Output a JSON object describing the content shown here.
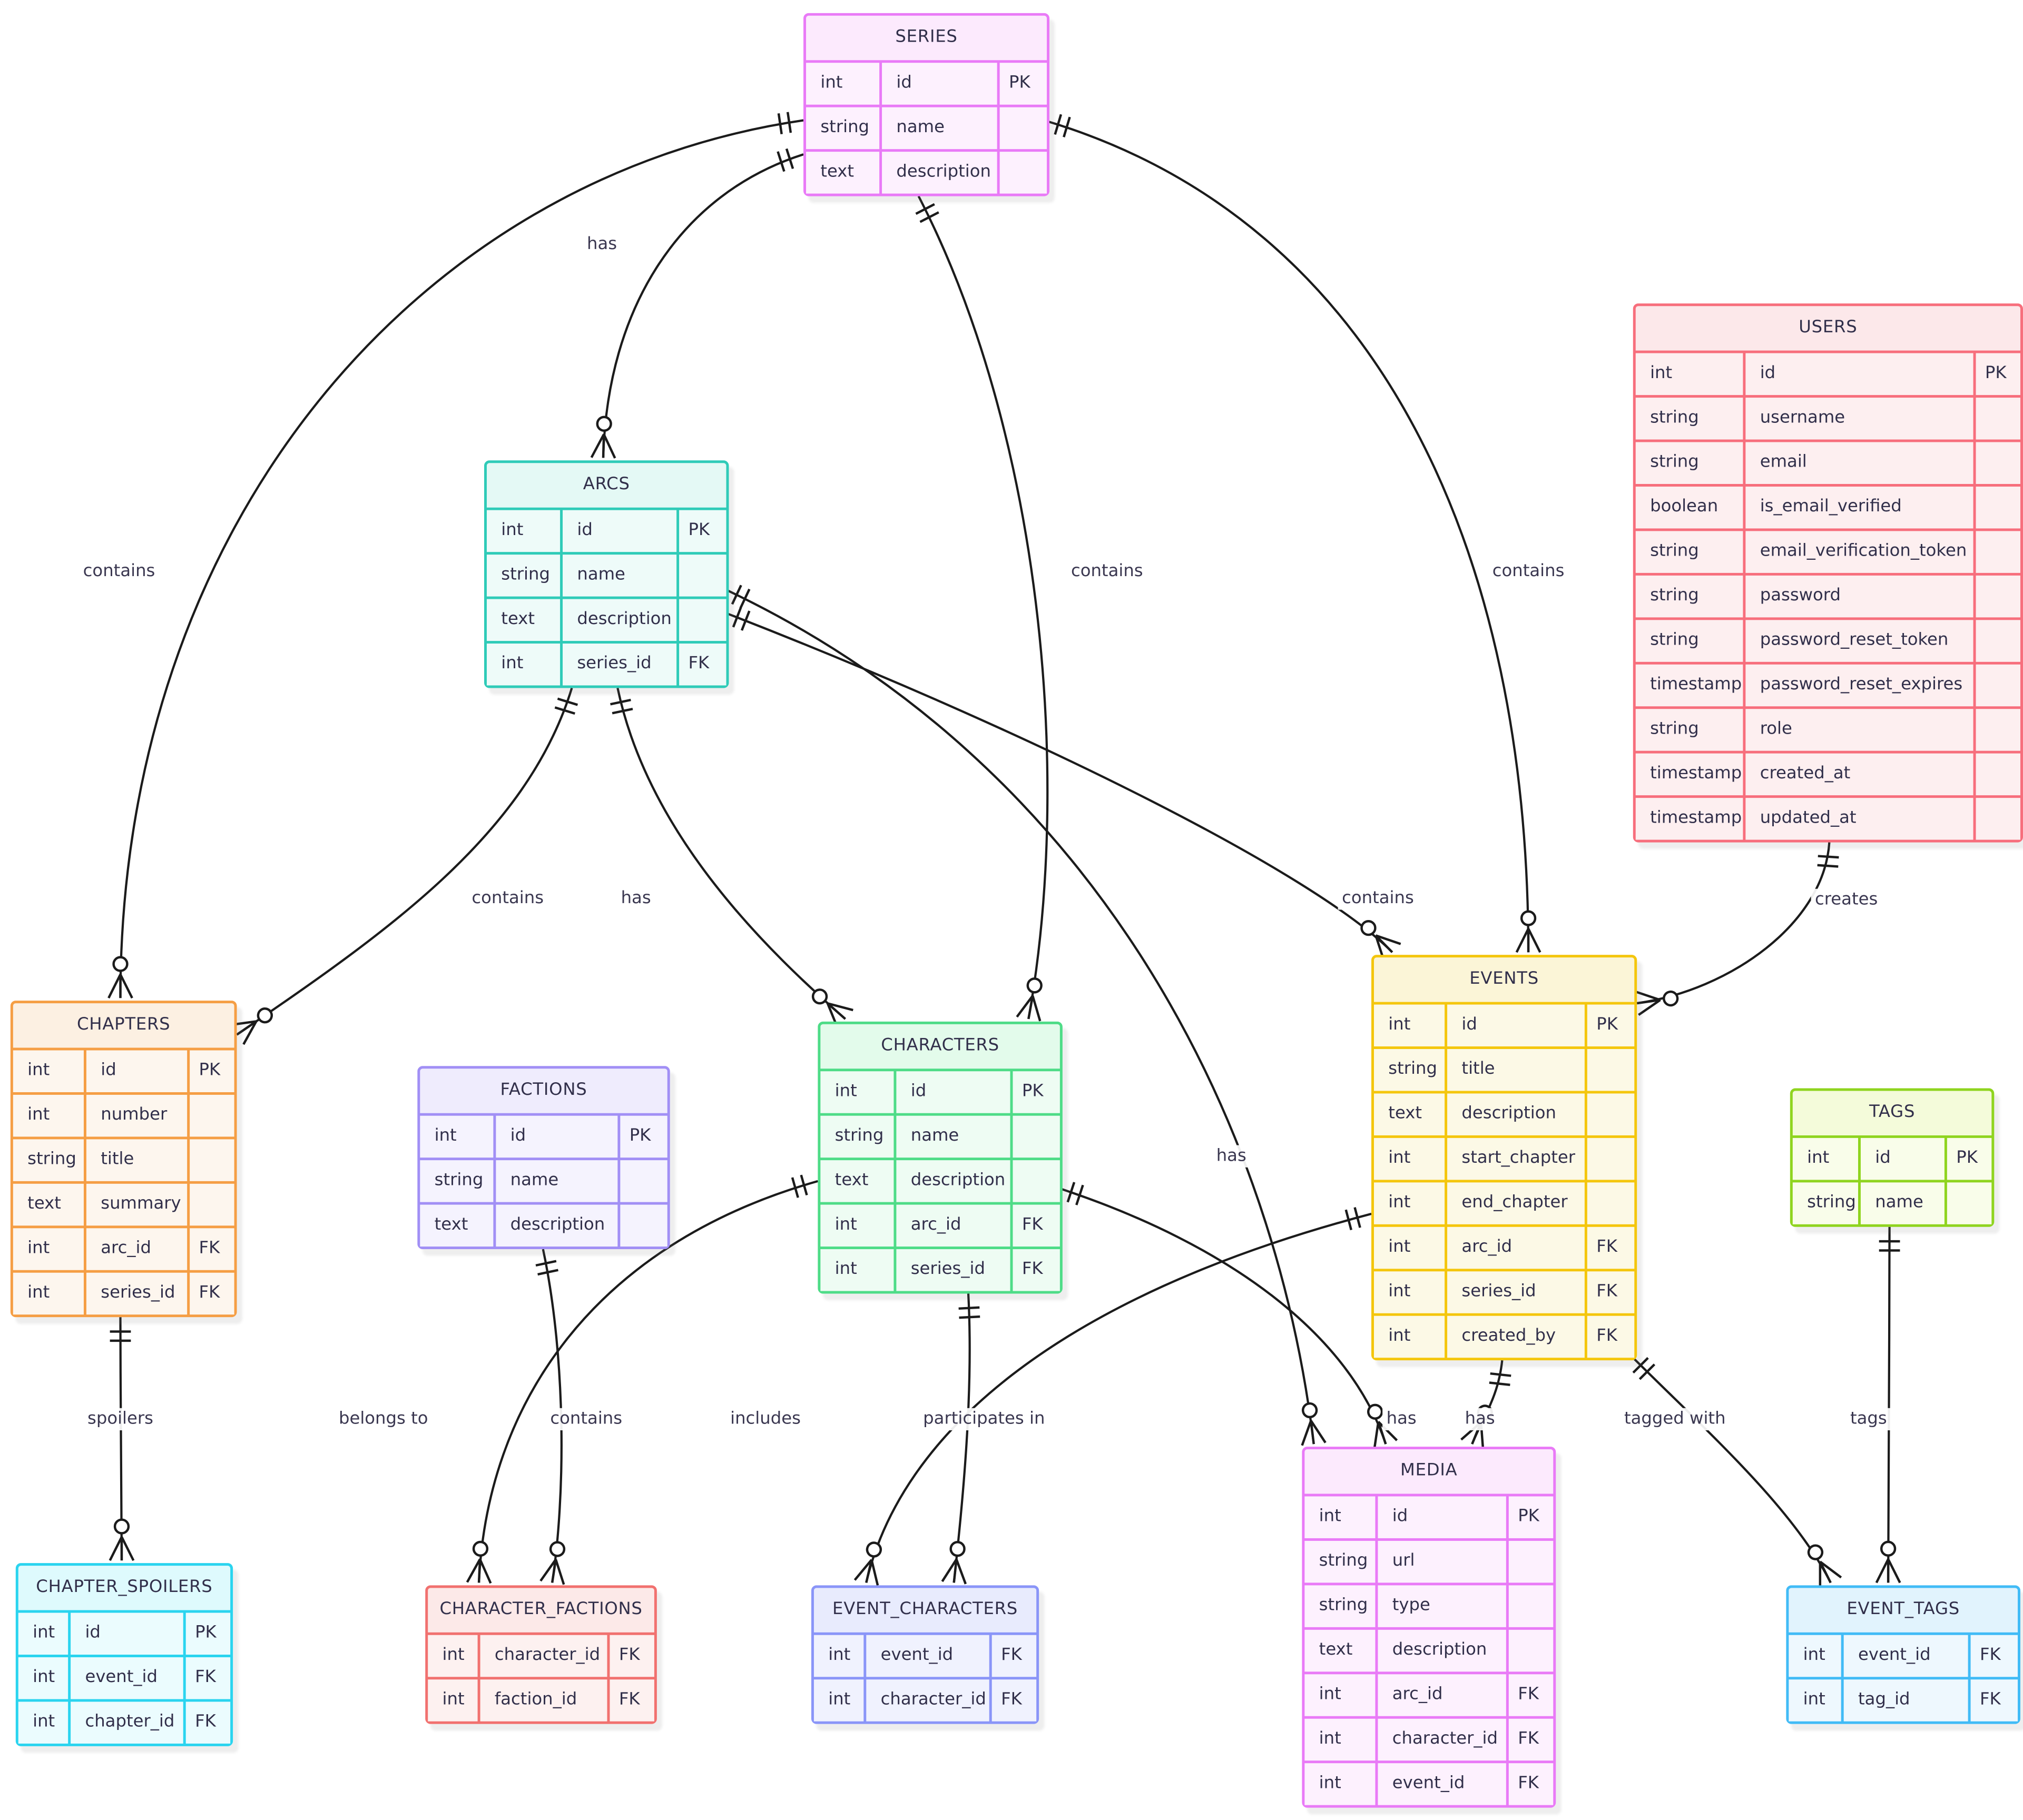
{
  "diagram": {
    "type": "entity-relationship-diagram",
    "background": "#ffffff",
    "line_color": "#1b1b1b",
    "text_color": "#312f4a",
    "pk_label": "PK",
    "fk_label": "FK"
  },
  "entities": [
    {
      "id": "series",
      "title": "SERIES",
      "border": "#e97af7",
      "fill": "#fdf1fe",
      "header_fill": "#fceafd",
      "rows": [
        [
          "int",
          "id",
          "PK"
        ],
        [
          "string",
          "name",
          ""
        ],
        [
          "text",
          "description",
          ""
        ]
      ]
    },
    {
      "id": "arcs",
      "title": "ARCS",
      "border": "#2fcbb8",
      "fill": "#eefbf9",
      "header_fill": "#e4f9f5",
      "rows": [
        [
          "int",
          "id",
          "PK"
        ],
        [
          "string",
          "name",
          ""
        ],
        [
          "text",
          "description",
          ""
        ],
        [
          "int",
          "series_id",
          "FK"
        ]
      ]
    },
    {
      "id": "users",
      "title": "USERS",
      "border": "#f76e7c",
      "fill": "#fdeff0",
      "header_fill": "#fce8ea",
      "rows": [
        [
          "int",
          "id",
          "PK"
        ],
        [
          "string",
          "username",
          ""
        ],
        [
          "string",
          "email",
          ""
        ],
        [
          "boolean",
          "is_email_verified",
          ""
        ],
        [
          "string",
          "email_verification_token",
          ""
        ],
        [
          "string",
          "password",
          ""
        ],
        [
          "string",
          "password_reset_token",
          ""
        ],
        [
          "timestamp",
          "password_reset_expires",
          ""
        ],
        [
          "string",
          "role",
          ""
        ],
        [
          "timestamp",
          "created_at",
          ""
        ],
        [
          "timestamp",
          "updated_at",
          ""
        ]
      ]
    },
    {
      "id": "chapters",
      "title": "CHAPTERS",
      "border": "#f59e44",
      "fill": "#fdf6ee",
      "header_fill": "#fcf0e2",
      "rows": [
        [
          "int",
          "id",
          "PK"
        ],
        [
          "int",
          "number",
          ""
        ],
        [
          "string",
          "title",
          ""
        ],
        [
          "text",
          "summary",
          ""
        ],
        [
          "int",
          "arc_id",
          "FK"
        ],
        [
          "int",
          "series_id",
          "FK"
        ]
      ]
    },
    {
      "id": "factions",
      "title": "FACTIONS",
      "border": "#a18ff5",
      "fill": "#f5f3fe",
      "header_fill": "#efecfd",
      "rows": [
        [
          "int",
          "id",
          "PK"
        ],
        [
          "string",
          "name",
          ""
        ],
        [
          "text",
          "description",
          ""
        ]
      ]
    },
    {
      "id": "characters",
      "title": "CHARACTERS",
      "border": "#4edc87",
      "fill": "#eefcf3",
      "header_fill": "#e3fbeb",
      "rows": [
        [
          "int",
          "id",
          "PK"
        ],
        [
          "string",
          "name",
          ""
        ],
        [
          "text",
          "description",
          ""
        ],
        [
          "int",
          "arc_id",
          "FK"
        ],
        [
          "int",
          "series_id",
          "FK"
        ]
      ]
    },
    {
      "id": "events",
      "title": "EVENTS",
      "border": "#f4c60d",
      "fill": "#fcf9e6",
      "header_fill": "#fbf5d7",
      "rows": [
        [
          "int",
          "id",
          "PK"
        ],
        [
          "string",
          "title",
          ""
        ],
        [
          "text",
          "description",
          ""
        ],
        [
          "int",
          "start_chapter",
          ""
        ],
        [
          "int",
          "end_chapter",
          ""
        ],
        [
          "int",
          "arc_id",
          "FK"
        ],
        [
          "int",
          "series_id",
          "FK"
        ],
        [
          "int",
          "created_by",
          "FK"
        ]
      ]
    },
    {
      "id": "tags",
      "title": "TAGS",
      "border": "#8fd41f",
      "fill": "#f9fdea",
      "header_fill": "#f4fbda",
      "rows": [
        [
          "int",
          "id",
          "PK"
        ],
        [
          "string",
          "name",
          ""
        ]
      ]
    },
    {
      "id": "chapter_spoilers",
      "title": "CHAPTER_SPOILERS",
      "border": "#2ad4ef",
      "fill": "#ebfcfe",
      "header_fill": "#defafd",
      "rows": [
        [
          "int",
          "id",
          "PK"
        ],
        [
          "int",
          "event_id",
          "FK"
        ],
        [
          "int",
          "chapter_id",
          "FK"
        ]
      ]
    },
    {
      "id": "character_factions",
      "title": "CHARACTER_FACTIONS",
      "border": "#f1716f",
      "fill": "#fdf1f0",
      "header_fill": "#fce9e8",
      "rows": [
        [
          "int",
          "character_id",
          "FK"
        ],
        [
          "int",
          "faction_id",
          "FK"
        ]
      ]
    },
    {
      "id": "event_characters",
      "title": "EVENT_CHARACTERS",
      "border": "#8a95f8",
      "fill": "#f0f2fe",
      "header_fill": "#e8ebfd",
      "rows": [
        [
          "int",
          "event_id",
          "FK"
        ],
        [
          "int",
          "character_id",
          "FK"
        ]
      ]
    },
    {
      "id": "media",
      "title": "MEDIA",
      "border": "#e97af7",
      "fill": "#fdf1fe",
      "header_fill": "#fceafd",
      "rows": [
        [
          "int",
          "id",
          "PK"
        ],
        [
          "string",
          "url",
          ""
        ],
        [
          "string",
          "type",
          ""
        ],
        [
          "text",
          "description",
          ""
        ],
        [
          "int",
          "arc_id",
          "FK"
        ],
        [
          "int",
          "character_id",
          "FK"
        ],
        [
          "int",
          "event_id",
          "FK"
        ]
      ]
    },
    {
      "id": "event_tags",
      "title": "EVENT_TAGS",
      "border": "#41bbf6",
      "fill": "#eef8fe",
      "header_fill": "#e1f3fd",
      "rows": [
        [
          "int",
          "event_id",
          "FK"
        ],
        [
          "int",
          "tag_id",
          "FK"
        ]
      ]
    }
  ],
  "relationships": [
    {
      "from": "SERIES",
      "to": "ARCS",
      "label": "has",
      "cardinality": "one-to-zero-or-many"
    },
    {
      "from": "SERIES",
      "to": "CHAPTERS",
      "label": "contains",
      "cardinality": "one-to-zero-or-many"
    },
    {
      "from": "SERIES",
      "to": "CHARACTERS",
      "label": "contains",
      "cardinality": "one-to-zero-or-many"
    },
    {
      "from": "SERIES",
      "to": "EVENTS",
      "label": "contains",
      "cardinality": "one-to-zero-or-many"
    },
    {
      "from": "ARCS",
      "to": "CHAPTERS",
      "label": "contains",
      "cardinality": "one-to-zero-or-many"
    },
    {
      "from": "ARCS",
      "to": "CHARACTERS",
      "label": "has",
      "cardinality": "one-to-zero-or-many"
    },
    {
      "from": "ARCS",
      "to": "EVENTS",
      "label": "contains",
      "cardinality": "one-to-zero-or-many"
    },
    {
      "from": "ARCS",
      "to": "MEDIA",
      "label": "has",
      "cardinality": "one-to-zero-or-many"
    },
    {
      "from": "USERS",
      "to": "EVENTS",
      "label": "creates",
      "cardinality": "one-to-zero-or-many"
    },
    {
      "from": "CHAPTERS",
      "to": "CHAPTER_SPOILERS",
      "label": "spoilers",
      "cardinality": "one-to-zero-or-many"
    },
    {
      "from": "FACTIONS",
      "to": "CHARACTER_FACTIONS",
      "label": "contains",
      "cardinality": "one-to-zero-or-many"
    },
    {
      "from": "CHARACTERS",
      "to": "CHARACTER_FACTIONS",
      "label": "belongs to",
      "cardinality": "one-to-zero-or-many"
    },
    {
      "from": "EVENTS",
      "to": "EVENT_CHARACTERS",
      "label": "includes",
      "cardinality": "one-to-zero-or-many"
    },
    {
      "from": "CHARACTERS",
      "to": "EVENT_CHARACTERS",
      "label": "participates in",
      "cardinality": "one-to-zero-or-many"
    },
    {
      "from": "CHARACTERS",
      "to": "MEDIA",
      "label": "has",
      "cardinality": "one-to-zero-or-many"
    },
    {
      "from": "EVENTS",
      "to": "MEDIA",
      "label": "has",
      "cardinality": "one-to-zero-or-many"
    },
    {
      "from": "EVENTS",
      "to": "EVENT_TAGS",
      "label": "tagged with",
      "cardinality": "one-to-zero-or-many"
    },
    {
      "from": "TAGS",
      "to": "EVENT_TAGS",
      "label": "tags",
      "cardinality": "one-to-zero-or-many"
    }
  ]
}
